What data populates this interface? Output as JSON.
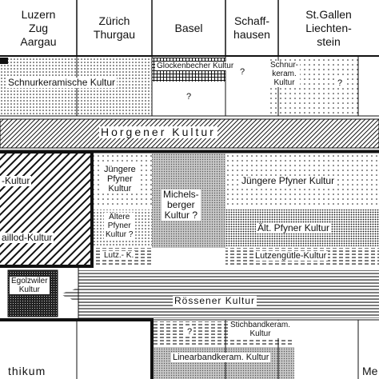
{
  "columns": [
    "Luzern\nZug\nAargau",
    "Zürich\nThurgau",
    "Basel",
    "Schaff-\nhausen",
    "St.Gallen\nLiechten-\nstein"
  ],
  "cultures": [
    {
      "id": "schnurkeramik",
      "label": "Schnurkeramische Kultur"
    },
    {
      "id": "glockenbecher",
      "label": "Glockenbecher Kultur"
    },
    {
      "id": "schnurkeram-sh",
      "label": "Schnur-\nkeram.\nKultur"
    },
    {
      "id": "horgen",
      "label": "Horgener Kultur"
    },
    {
      "id": "cortaillod",
      "label": "-Kultur"
    },
    {
      "id": "pfyn-young-zh",
      "label": "Jüngere\nPfyner\nKultur"
    },
    {
      "id": "michelsberg",
      "label": "Michels-\nberger\nKultur ?"
    },
    {
      "id": "pfyn-young-sg",
      "label": "Jüngere Pfyner Kultur"
    },
    {
      "id": "pfyn-old-zh",
      "label": "Ältere\nPfyner\nKultur ?"
    },
    {
      "id": "pfyn-old-sg",
      "label": "Ält. Pfyner Kultur"
    },
    {
      "id": "lutz-k",
      "label": "Lutz.- K."
    },
    {
      "id": "lutzengutle",
      "label": "Lutzengütle-Kultur"
    },
    {
      "id": "egolzwil",
      "label": "Egolzwiler\nKultur"
    },
    {
      "id": "rossen",
      "label": "Rössener Kultur"
    },
    {
      "id": "stichband",
      "label": "Stichbandkeram.\nKultur"
    },
    {
      "id": "linearband",
      "label": "Linearbandkeram. Kultur"
    },
    {
      "id": "cortaillod-low",
      "label": "aillod-Kultur"
    },
    {
      "id": "mesolithikum",
      "label": "thikum"
    },
    {
      "id": "meso-right",
      "label": "Me"
    }
  ],
  "question_marks": [
    "?",
    "?",
    "?",
    "?",
    "?"
  ]
}
